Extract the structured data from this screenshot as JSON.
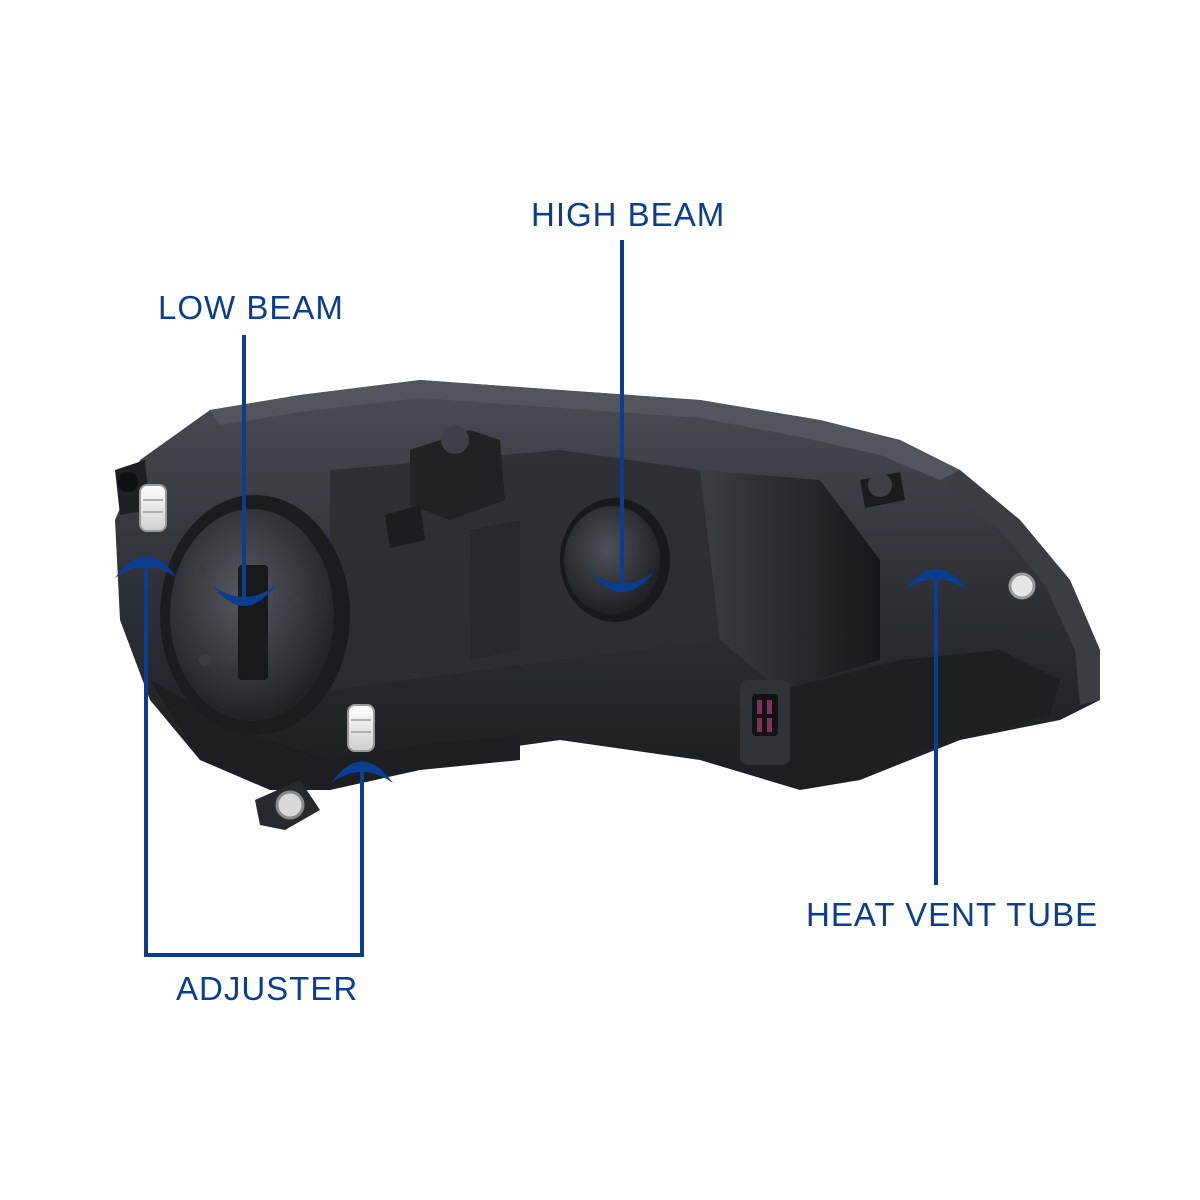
{
  "colors": {
    "accent": "#0b3d91",
    "housing": "#2a2d31",
    "housing_dark": "#17191c",
    "housing_light": "#4a4e54",
    "background": "#ffffff"
  },
  "callouts": {
    "high_beam": "HIGH BEAM",
    "low_beam": "LOW BEAM",
    "heat_vent_tube": "HEAT VENT TUBE",
    "adjuster": "ADJUSTER"
  }
}
